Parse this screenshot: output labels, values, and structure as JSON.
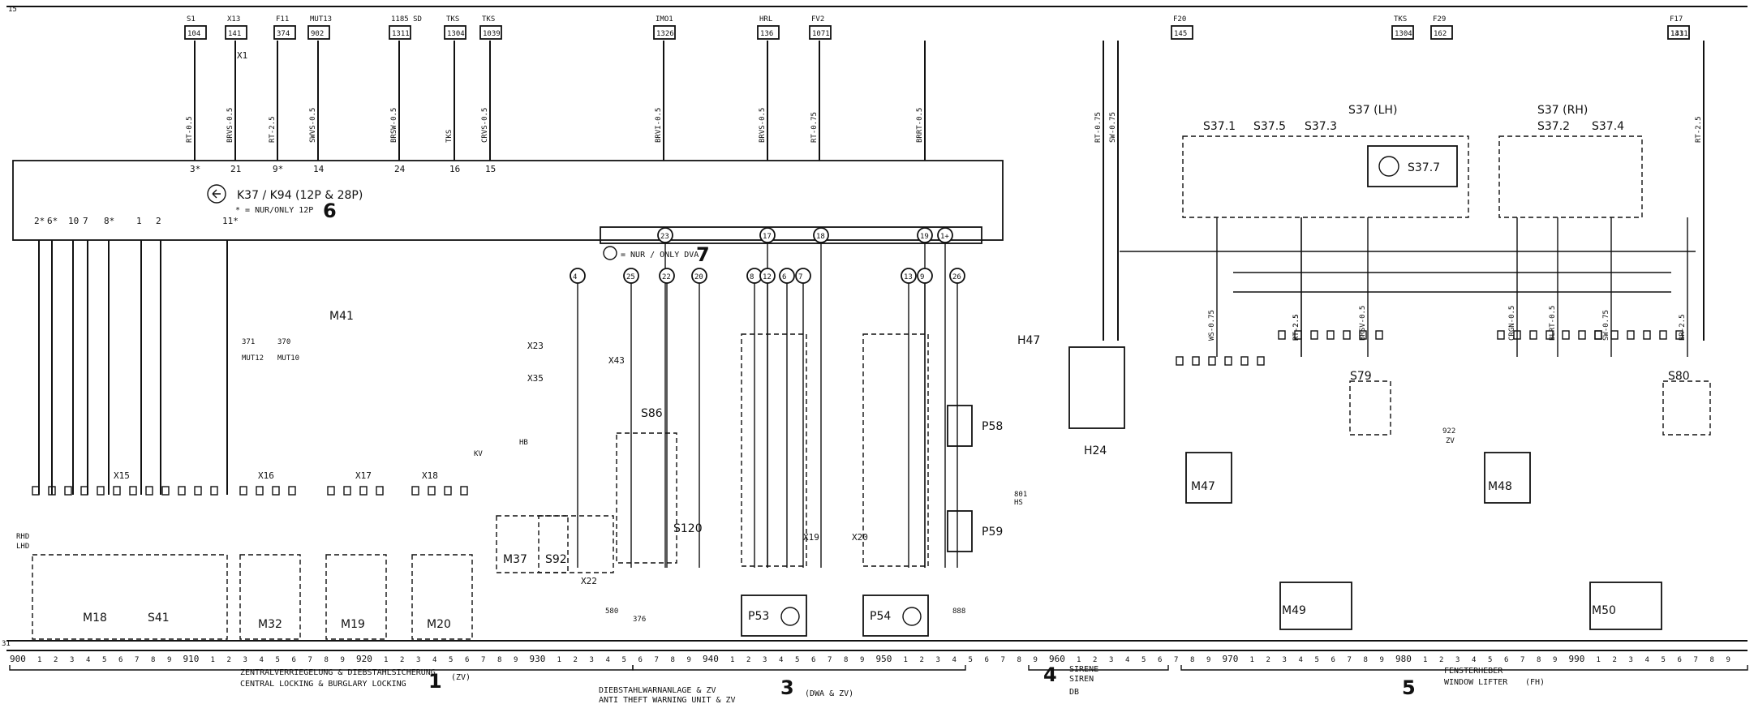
{
  "buses": {
    "top": "15",
    "bottom": "31"
  },
  "module": {
    "title": "K37 / K94 (12P & 28P)",
    "note": "* = NUR/ONLY 12P",
    "number": "6",
    "dva_note": "= NUR / ONLY DVA",
    "dva_number": "7"
  },
  "fuses": [
    "S1",
    "X13",
    "F11",
    "MUT13",
    "1185 SD",
    "TKS",
    "TKS",
    "IMO1",
    "HRL",
    "FV2",
    "F20",
    "TKS",
    "F29",
    "F17"
  ],
  "fuse_codes": [
    "104",
    "141",
    "374",
    "902",
    "1311",
    "1304",
    "1039",
    "1326",
    "136",
    "1071",
    "145",
    "1304",
    "162",
    "143",
    "1311"
  ],
  "wires_top": [
    "RT-0.5",
    "BRVS-0.5",
    "RT-2.5",
    "SWVS-0.5",
    "BRSW-0.5",
    "TKS",
    "CRVS-0.5",
    "BRVI-0.5",
    "BRVS-0.5",
    "RT-0.75",
    "BRRT-0.5",
    "RT-0.75",
    "SW-0.75",
    "RT-2.5"
  ],
  "module_pins_top": [
    "3*",
    "21",
    "9*",
    "14",
    "24",
    "16",
    "15"
  ],
  "module_pins_left": [
    "2*",
    "6*",
    "10",
    "7",
    "8*",
    "1",
    "2",
    "11*"
  ],
  "module_pins_circled": [
    "23",
    "17",
    "18",
    "19",
    "1+",
    "4",
    "25",
    "22",
    "20",
    "8",
    "12",
    "6",
    "7",
    "13",
    "9",
    "26"
  ],
  "ruler_numbers": [
    "900",
    "910",
    "920",
    "930",
    "940",
    "950",
    "960",
    "970",
    "980",
    "990"
  ],
  "ruler_digits": [
    "1",
    "2",
    "3",
    "4",
    "5",
    "6",
    "7",
    "8",
    "9"
  ],
  "sections": {
    "s1_de": "ZENTRALVERRIEGELUNG & DIEBSTAHLSICHERUNG",
    "s1_en": "CENTRAL LOCKING & BURGLARY LOCKING",
    "s1_num": "1",
    "s1_code": "(ZV)",
    "s3_de": "DIEBSTAHLWARNANLAGE & ZV",
    "s3_en": "ANTI THEFT WARNING UNIT & ZV",
    "s3_num": "3",
    "s3_code": "(DWA & ZV)",
    "s4_num": "4",
    "s4_de": "SIRENE",
    "s4_en": "SIREN",
    "s4_code": "DB",
    "s5_de": "FENSTERHEBER",
    "s5_en": "WINDOW LIFTER",
    "s5_num": "5",
    "s5_code": "(FH)"
  },
  "locking": {
    "m18": "M18",
    "s41": "S41",
    "m32": "M32",
    "m19": "M19",
    "m20": "M20",
    "m41": "M41",
    "m37": "M37",
    "s92": "S92"
  },
  "antitheft": {
    "s86": "S86",
    "p53": "P53",
    "p54": "P54",
    "p58": "P58",
    "p59": "P59",
    "s120": "S120",
    "h47": "H47"
  },
  "siren": {
    "label": "H24"
  },
  "window": {
    "s37_lh": "S37 (LH)",
    "s37_rh": "S37 (RH)",
    "s37_7": "S37.7",
    "s37_1": "S37.1",
    "s37_5": "S37.5",
    "s37_3": "S37.3",
    "s37_2": "S37.2",
    "s37_4": "S37.4",
    "m47": "M47",
    "m48": "M48",
    "m49": "M49",
    "m50": "M50",
    "s79": "S79",
    "s80": "S80"
  },
  "connectors": [
    "X1",
    "X15",
    "X16",
    "X17",
    "X18",
    "X19",
    "X20",
    "X22",
    "X23",
    "X35",
    "X43"
  ],
  "side_labels": [
    "RHD",
    "LHD",
    "MUT12",
    "MUT10",
    "371",
    "370",
    "376",
    "888",
    "801",
    "922",
    "580",
    "HS",
    "ZV",
    "KV",
    "HB"
  ],
  "wires_window": [
    "WS-0.75",
    "RT-2.5",
    "RT-2.5",
    "BRSV-0.5",
    "CRGN-0.5",
    "BLRT-0.5",
    "SW-0.75",
    "BR-2.5"
  ]
}
